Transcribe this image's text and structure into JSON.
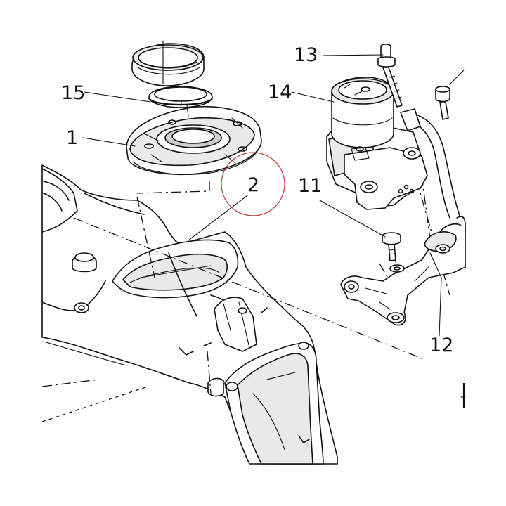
{
  "diagram": {
    "callouts": [
      {
        "id": "c1",
        "text": "1"
      },
      {
        "id": "c2",
        "text": "2"
      },
      {
        "id": "c11",
        "text": "11"
      },
      {
        "id": "c12",
        "text": "12"
      },
      {
        "id": "c13",
        "text": "13"
      },
      {
        "id": "c14",
        "text": "14"
      },
      {
        "id": "c15",
        "text": "15"
      }
    ],
    "colors": {
      "ink": "#111111",
      "background": "#ffffff",
      "highlight-circle": "#c0392b",
      "seal-fill": "#8a8a8a"
    },
    "highlight": {
      "target": "c2"
    }
  }
}
